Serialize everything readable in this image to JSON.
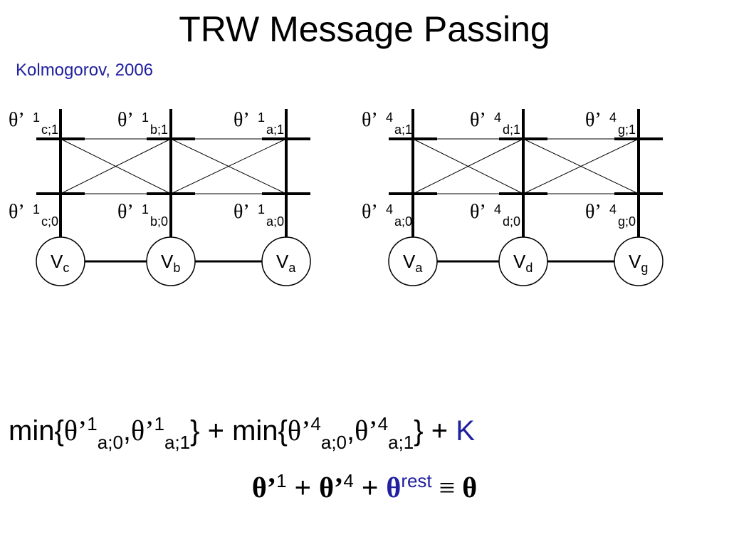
{
  "slide": {
    "title": "TRW Message Passing",
    "citation": "Kolmogorov, 2006"
  },
  "diagrams": [
    {
      "superscript": "1",
      "vars": [
        "c",
        "b",
        "a"
      ],
      "node_labels": [
        "V",
        "V",
        "V"
      ],
      "top_labels": [
        {
          "theta": "θ’",
          "sup": "1",
          "sub": "c;1"
        },
        {
          "theta": "θ’",
          "sup": "1",
          "sub": "b;1"
        },
        {
          "theta": "θ’",
          "sup": "1",
          "sub": "a;1"
        }
      ],
      "bottom_labels": [
        {
          "theta": "θ’",
          "sup": "1",
          "sub": "c;0"
        },
        {
          "theta": "θ’",
          "sup": "1",
          "sub": "b;0"
        },
        {
          "theta": "θ’",
          "sup": "1",
          "sub": "a;0"
        }
      ]
    },
    {
      "superscript": "4",
      "vars": [
        "a",
        "d",
        "g"
      ],
      "node_labels": [
        "V",
        "V",
        "V"
      ],
      "top_labels": [
        {
          "theta": "θ’",
          "sup": "4",
          "sub": "a;1"
        },
        {
          "theta": "θ’",
          "sup": "4",
          "sub": "d;1"
        },
        {
          "theta": "θ’",
          "sup": "4",
          "sub": "g;1"
        }
      ],
      "bottom_labels": [
        {
          "theta": "θ’",
          "sup": "4",
          "sub": "a;0"
        },
        {
          "theta": "θ’",
          "sup": "4",
          "sub": "d;0"
        },
        {
          "theta": "θ’",
          "sup": "4",
          "sub": "g;0"
        }
      ]
    }
  ],
  "formula1": {
    "min1_open": "min{",
    "t1": "θ’",
    "t1_sup": "1",
    "t1_sub": "a;0",
    "comma1": ",",
    "t2": "θ’",
    "t2_sup": "1",
    "t2_sub": "a;1",
    "plus_min2": "} + min{",
    "t3": "θ’",
    "t3_sup": "4",
    "t3_sub": "a;0",
    "comma2": ",",
    "t4": "θ’",
    "t4_sup": "4",
    "t4_sub": "a;1",
    "close_plus": "} + ",
    "k": "K"
  },
  "formula2": {
    "t1": "θ’",
    "t1_sup": "1",
    "plus1": " + ",
    "t2": "θ’",
    "t2_sup": "4",
    "plus2": " + ",
    "t3": "θ",
    "t3_sup": "rest",
    "equiv": " ≡ ",
    "t4": "θ"
  },
  "colors": {
    "text": "#000000",
    "accent": "#2020a0"
  }
}
